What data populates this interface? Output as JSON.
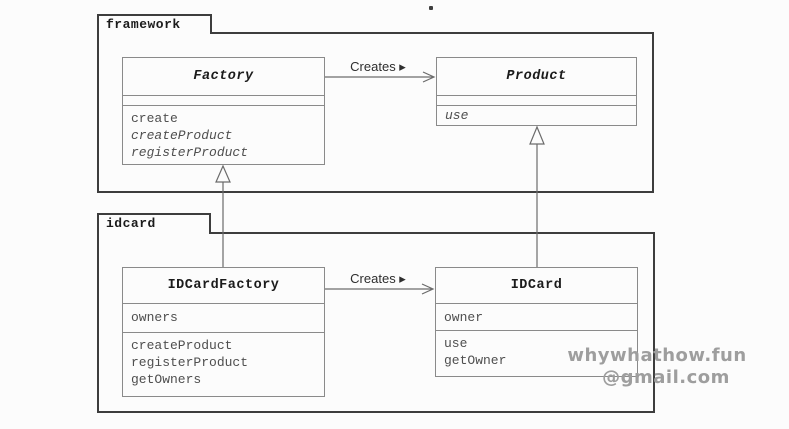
{
  "diagram_title": "Factory Method pattern class diagram",
  "packages": [
    {
      "name": "framework"
    },
    {
      "name": "idcard"
    }
  ],
  "classes": [
    {
      "name": "Factory",
      "abstract": true,
      "attributes": [],
      "methods": [
        {
          "name": "create",
          "abstract": false
        },
        {
          "name": "createProduct",
          "abstract": true
        },
        {
          "name": "registerProduct",
          "abstract": true
        }
      ]
    },
    {
      "name": "Product",
      "abstract": true,
      "attributes": [],
      "methods": [
        {
          "name": "use",
          "abstract": true
        }
      ]
    },
    {
      "name": "IDCardFactory",
      "abstract": false,
      "attributes": [
        {
          "name": "owners"
        }
      ],
      "methods": [
        {
          "name": "createProduct",
          "abstract": false
        },
        {
          "name": "registerProduct",
          "abstract": false
        },
        {
          "name": "getOwners",
          "abstract": false
        }
      ]
    },
    {
      "name": "IDCard",
      "abstract": false,
      "attributes": [
        {
          "name": "owner"
        }
      ],
      "methods": [
        {
          "name": "use",
          "abstract": false
        },
        {
          "name": "getOwner",
          "abstract": false
        }
      ]
    }
  ],
  "relations": [
    {
      "type": "association",
      "from": "Factory",
      "to": "Product",
      "label": "Creates ▸"
    },
    {
      "type": "association",
      "from": "IDCardFactory",
      "to": "IDCard",
      "label": "Creates ▸"
    },
    {
      "type": "generalization",
      "from": "IDCardFactory",
      "to": "Factory"
    },
    {
      "type": "generalization",
      "from": "IDCard",
      "to": "Product"
    }
  ],
  "watermark": {
    "line1": "whywhathow.fun",
    "line2": "@gmail.com",
    "color": "#9e9e9e"
  },
  "colors": {
    "background": "#fcfcfc",
    "package_border": "#3d3d3d",
    "class_border": "#8a8a8a",
    "title_text": "#1b1b1b",
    "member_text": "#4f4f4f",
    "connector": "#6b6b6b"
  }
}
